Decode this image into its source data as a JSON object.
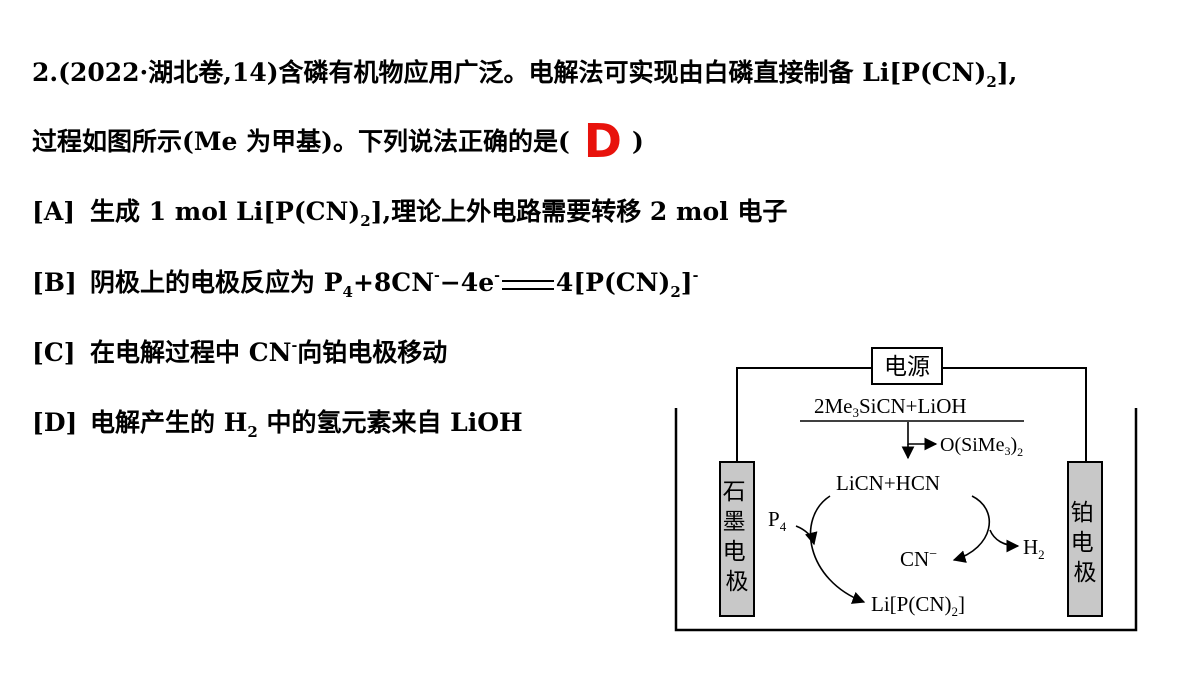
{
  "question": {
    "number": "2.",
    "source": "(2022·湖北卷,14)",
    "stem_line1_a": "含磷有机物应用广泛。电解法可实现由白磷直接制备 Li[P(CN)",
    "stem_line1_sub": "2",
    "stem_line1_b": "],",
    "stem_line2_a": "过程如图所示(Me 为甲基)。下列说法正确的是(",
    "answer": "D",
    "stem_line2_b": ")"
  },
  "options": [
    {
      "label": "[A]",
      "a": "生成 1 mol Li[P(CN)",
      "sub": "2",
      "b": "],理论上外电路需要转移 2 mol 电子"
    },
    {
      "label": "[B]",
      "a": "阴极上的电极反应为 P",
      "sub": "4",
      "b": "+8CN",
      "sup1": "-",
      "c": "−4e",
      "sup2": "-",
      "d": "4[P(CN)",
      "sub2": "2",
      "e": "]",
      "sup3": "-"
    },
    {
      "label": "[C]",
      "a": "在电解过程中 CN",
      "sup": "-",
      "b": "向铂电极移动"
    },
    {
      "label": "[D]",
      "a": "电解产生的 H",
      "sub": "2",
      "b": " 中的氢元素来自 LiOH"
    }
  ],
  "diagram": {
    "power_label": "电源",
    "reactant_a": "2Me",
    "reactant_sub": "3",
    "reactant_b": "SiCN+LiOH",
    "byproduct_a": "O(SiMe",
    "byproduct_sub": "3",
    "byproduct_b": ")",
    "byproduct_sub2": "2",
    "intermediate": "LiCN+HCN",
    "p4": "P",
    "p4_sub": "4",
    "cn": "CN",
    "cn_sup": "−",
    "h2": "H",
    "h2_sub": "2",
    "product_a": "Li[P(CN)",
    "product_sub": "2",
    "product_b": "]",
    "left_electrode": [
      "石",
      "墨",
      "电",
      "极"
    ],
    "right_electrode": [
      "铂",
      "电",
      "极"
    ]
  }
}
